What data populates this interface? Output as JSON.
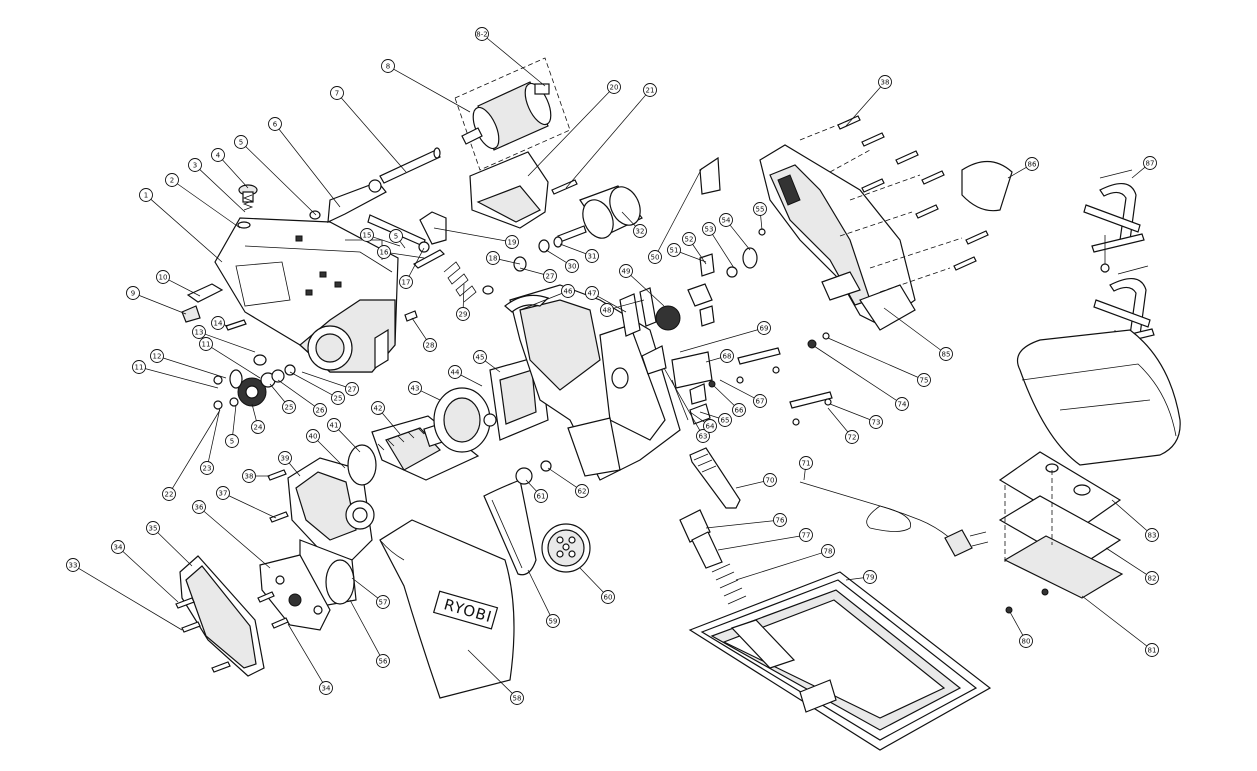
{
  "diagram": {
    "brand_label": "RYOBI",
    "callouts": [
      {
        "id": "c1",
        "label": "1"
      },
      {
        "id": "c2",
        "label": "2"
      },
      {
        "id": "c3",
        "label": "3"
      },
      {
        "id": "c4",
        "label": "4"
      },
      {
        "id": "c5a",
        "label": "5"
      },
      {
        "id": "c5b",
        "label": "5"
      },
      {
        "id": "c5c",
        "label": "5"
      },
      {
        "id": "c6",
        "label": "6"
      },
      {
        "id": "c7",
        "label": "7"
      },
      {
        "id": "c8",
        "label": "8"
      },
      {
        "id": "c8-2",
        "label": "8-2"
      },
      {
        "id": "c9",
        "label": "9"
      },
      {
        "id": "c10",
        "label": "10"
      },
      {
        "id": "c11a",
        "label": "11"
      },
      {
        "id": "c11b",
        "label": "11"
      },
      {
        "id": "c12",
        "label": "12"
      },
      {
        "id": "c13",
        "label": "13"
      },
      {
        "id": "c14",
        "label": "14"
      },
      {
        "id": "c15",
        "label": "15"
      },
      {
        "id": "c16",
        "label": "16"
      },
      {
        "id": "c17",
        "label": "17"
      },
      {
        "id": "c18",
        "label": "18"
      },
      {
        "id": "c19",
        "label": "19"
      },
      {
        "id": "c20",
        "label": "20"
      },
      {
        "id": "c21",
        "label": "21"
      },
      {
        "id": "c22",
        "label": "22"
      },
      {
        "id": "c23",
        "label": "23"
      },
      {
        "id": "c24",
        "label": "24"
      },
      {
        "id": "c25a",
        "label": "25"
      },
      {
        "id": "c25b",
        "label": "25"
      },
      {
        "id": "c26",
        "label": "26"
      },
      {
        "id": "c27a",
        "label": "27"
      },
      {
        "id": "c27b",
        "label": "27"
      },
      {
        "id": "c28",
        "label": "28"
      },
      {
        "id": "c29",
        "label": "29"
      },
      {
        "id": "c30",
        "label": "30"
      },
      {
        "id": "c31",
        "label": "31"
      },
      {
        "id": "c32",
        "label": "32"
      },
      {
        "id": "c33",
        "label": "33"
      },
      {
        "id": "c34a",
        "label": "34"
      },
      {
        "id": "c34b",
        "label": "34"
      },
      {
        "id": "c35",
        "label": "35"
      },
      {
        "id": "c36",
        "label": "36"
      },
      {
        "id": "c37",
        "label": "37"
      },
      {
        "id": "c38a",
        "label": "38"
      },
      {
        "id": "c38b",
        "label": "38"
      },
      {
        "id": "c39",
        "label": "39"
      },
      {
        "id": "c40",
        "label": "40"
      },
      {
        "id": "c41",
        "label": "41"
      },
      {
        "id": "c42",
        "label": "42"
      },
      {
        "id": "c43",
        "label": "43"
      },
      {
        "id": "c44",
        "label": "44"
      },
      {
        "id": "c45",
        "label": "45"
      },
      {
        "id": "c46",
        "label": "46"
      },
      {
        "id": "c47",
        "label": "47"
      },
      {
        "id": "c48",
        "label": "48"
      },
      {
        "id": "c49",
        "label": "49"
      },
      {
        "id": "c50",
        "label": "50"
      },
      {
        "id": "c51",
        "label": "51"
      },
      {
        "id": "c52",
        "label": "52"
      },
      {
        "id": "c53",
        "label": "53"
      },
      {
        "id": "c54",
        "label": "54"
      },
      {
        "id": "c55",
        "label": "55"
      },
      {
        "id": "c56",
        "label": "56"
      },
      {
        "id": "c57",
        "label": "57"
      },
      {
        "id": "c58",
        "label": "58"
      },
      {
        "id": "c59",
        "label": "59"
      },
      {
        "id": "c60",
        "label": "60"
      },
      {
        "id": "c61",
        "label": "61"
      },
      {
        "id": "c62",
        "label": "62"
      },
      {
        "id": "c63",
        "label": "63"
      },
      {
        "id": "c64",
        "label": "64"
      },
      {
        "id": "c65",
        "label": "65"
      },
      {
        "id": "c66",
        "label": "66"
      },
      {
        "id": "c67",
        "label": "67"
      },
      {
        "id": "c68",
        "label": "68"
      },
      {
        "id": "c69",
        "label": "69"
      },
      {
        "id": "c70",
        "label": "70"
      },
      {
        "id": "c71",
        "label": "71"
      },
      {
        "id": "c72",
        "label": "72"
      },
      {
        "id": "c73",
        "label": "73"
      },
      {
        "id": "c74",
        "label": "74"
      },
      {
        "id": "c75",
        "label": "75"
      },
      {
        "id": "c76",
        "label": "76"
      },
      {
        "id": "c77",
        "label": "77"
      },
      {
        "id": "c78",
        "label": "78"
      },
      {
        "id": "c79",
        "label": "79"
      },
      {
        "id": "c80",
        "label": "80"
      },
      {
        "id": "c81",
        "label": "81"
      },
      {
        "id": "c82",
        "label": "82"
      },
      {
        "id": "c83",
        "label": "83"
      },
      {
        "id": "c85",
        "label": "85"
      },
      {
        "id": "c86",
        "label": "86"
      },
      {
        "id": "c87",
        "label": "87"
      }
    ]
  }
}
